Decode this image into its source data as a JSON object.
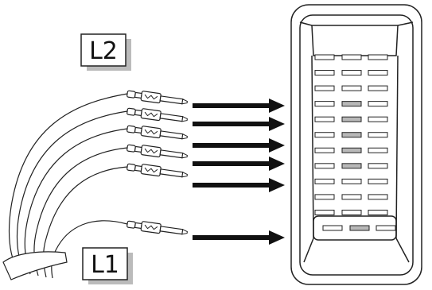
{
  "labels": {
    "upper": "L2",
    "lower": "L1"
  },
  "connector": {
    "columns": 3,
    "rows": 12,
    "highlighted_middle_column_rows": [
      3,
      4,
      5,
      6,
      7,
      11
    ]
  },
  "terminals": {
    "count": 6
  },
  "arrows": {
    "count": 6
  },
  "colors": {
    "stroke": "#222222",
    "shadow": "#bbbbbb",
    "highlight": "#b8b8b8",
    "background": "#ffffff"
  }
}
